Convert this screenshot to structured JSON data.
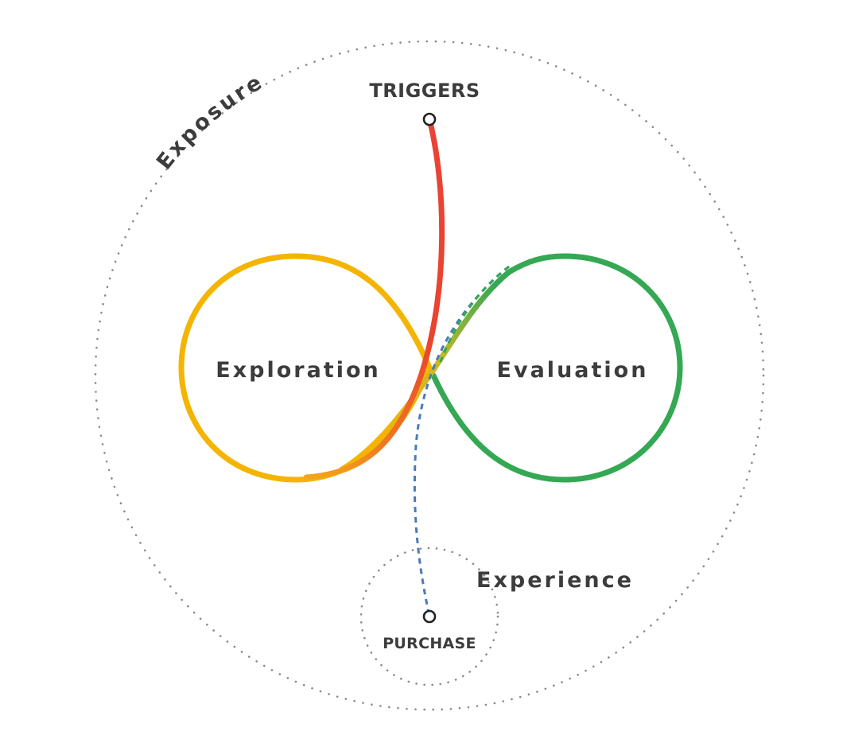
{
  "labels": {
    "exposure": "Exposure",
    "triggers": "TRIGGERS",
    "exploration": "Exploration",
    "evaluation": "Evaluation",
    "experience": "Experience",
    "purchase": "PURCHASE"
  },
  "colors": {
    "exploration_loop": "#F4B400",
    "evaluation_loop": "#34A853",
    "trigger_path": "#EA4335",
    "purchase_path": "#4A7BB7",
    "outline_dots": "#8A8A8A",
    "text": "#3C3C3C"
  }
}
